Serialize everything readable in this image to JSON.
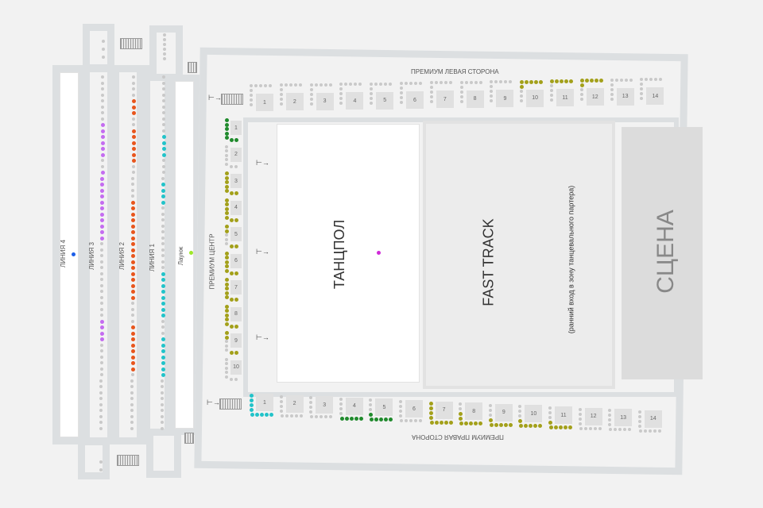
{
  "labels": {
    "premium_left": "ПРЕМИУМ ЛЕВАЯ СТОРОНА",
    "premium_right": "ПРЕМИУМ ПРАВАЯ СТОРОНА",
    "premium_center": "ПРЕМИУМ ЦЕНТР",
    "dancefloor": "ТАНЦПОЛ",
    "fast_track": "FAST TRACK",
    "fast_track_note": "(ранний вход в зону танцевального партера)",
    "stage": "СЦЕНА",
    "line4": "ЛИНИЯ 4",
    "line3": "ЛИНИЯ 3",
    "line2": "ЛИНИЯ 2",
    "line1": "ЛИНИЯ 1",
    "lounge": "Лаунж"
  },
  "colors": {
    "gray": "#c9c9c9",
    "yellow": "#a3a01a",
    "green": "#1f8a2c",
    "cyan": "#22c3c9",
    "purple": "#c46cf0",
    "orange": "#e8551c",
    "blue": "#1c5ee8",
    "lime": "#9ee82a",
    "magenta": "#d02ad8"
  },
  "top_tables": [
    {
      "n": "1"
    },
    {
      "n": "2"
    },
    {
      "n": "3"
    },
    {
      "n": "4"
    },
    {
      "n": "5"
    },
    {
      "n": "6"
    },
    {
      "n": "7"
    },
    {
      "n": "8"
    },
    {
      "n": "9"
    },
    {
      "n": "10",
      "top": "yellow",
      "left": "yellow1"
    },
    {
      "n": "11",
      "top": "yellow"
    },
    {
      "n": "12",
      "top": "yellow",
      "left": "yellow1"
    },
    {
      "n": "13"
    },
    {
      "n": "14"
    }
  ],
  "bottom_tables": [
    {
      "n": "1",
      "bottom": "cyan",
      "left": "cyan"
    },
    {
      "n": "2"
    },
    {
      "n": "3"
    },
    {
      "n": "4",
      "bottom": "green"
    },
    {
      "n": "5",
      "bottom": "green",
      "left": "green1"
    },
    {
      "n": "6"
    },
    {
      "n": "7",
      "bottom": "yellow",
      "left": "yellow"
    },
    {
      "n": "8",
      "bottom": "yellow",
      "left": "yellow2"
    },
    {
      "n": "9",
      "bottom": "yellow",
      "left": "yellow1"
    },
    {
      "n": "10",
      "bottom": "yellow",
      "left": "yellow1"
    },
    {
      "n": "11",
      "bottom": "yellow",
      "left": "yellow1"
    },
    {
      "n": "12"
    },
    {
      "n": "13"
    },
    {
      "n": "14"
    }
  ],
  "center_tables": [
    {
      "n": "1",
      "left": "green"
    },
    {
      "n": "2"
    },
    {
      "n": "3",
      "left": "yellow"
    },
    {
      "n": "4",
      "left": "yellow"
    },
    {
      "n": "5",
      "left": "yellow2"
    },
    {
      "n": "6",
      "left": "yellow"
    },
    {
      "n": "7",
      "left": "yellow"
    },
    {
      "n": "8",
      "left": "yellow"
    },
    {
      "n": "9",
      "left": "yellow2"
    },
    {
      "n": "10"
    }
  ],
  "lines": {
    "line3": [
      [
        8,
        13,
        "purple"
      ],
      [
        16,
        27,
        "purple"
      ],
      [
        41,
        44,
        "purple"
      ]
    ],
    "line2": [
      [
        4,
        6,
        "orange"
      ],
      [
        9,
        14,
        "orange"
      ],
      [
        21,
        37,
        "orange"
      ],
      [
        42,
        49,
        "orange"
      ]
    ],
    "line1": [
      [
        10,
        13,
        "cyan"
      ],
      [
        18,
        21,
        "cyan"
      ],
      [
        33,
        40,
        "cyan"
      ],
      [
        44,
        50,
        "cyan"
      ]
    ]
  }
}
